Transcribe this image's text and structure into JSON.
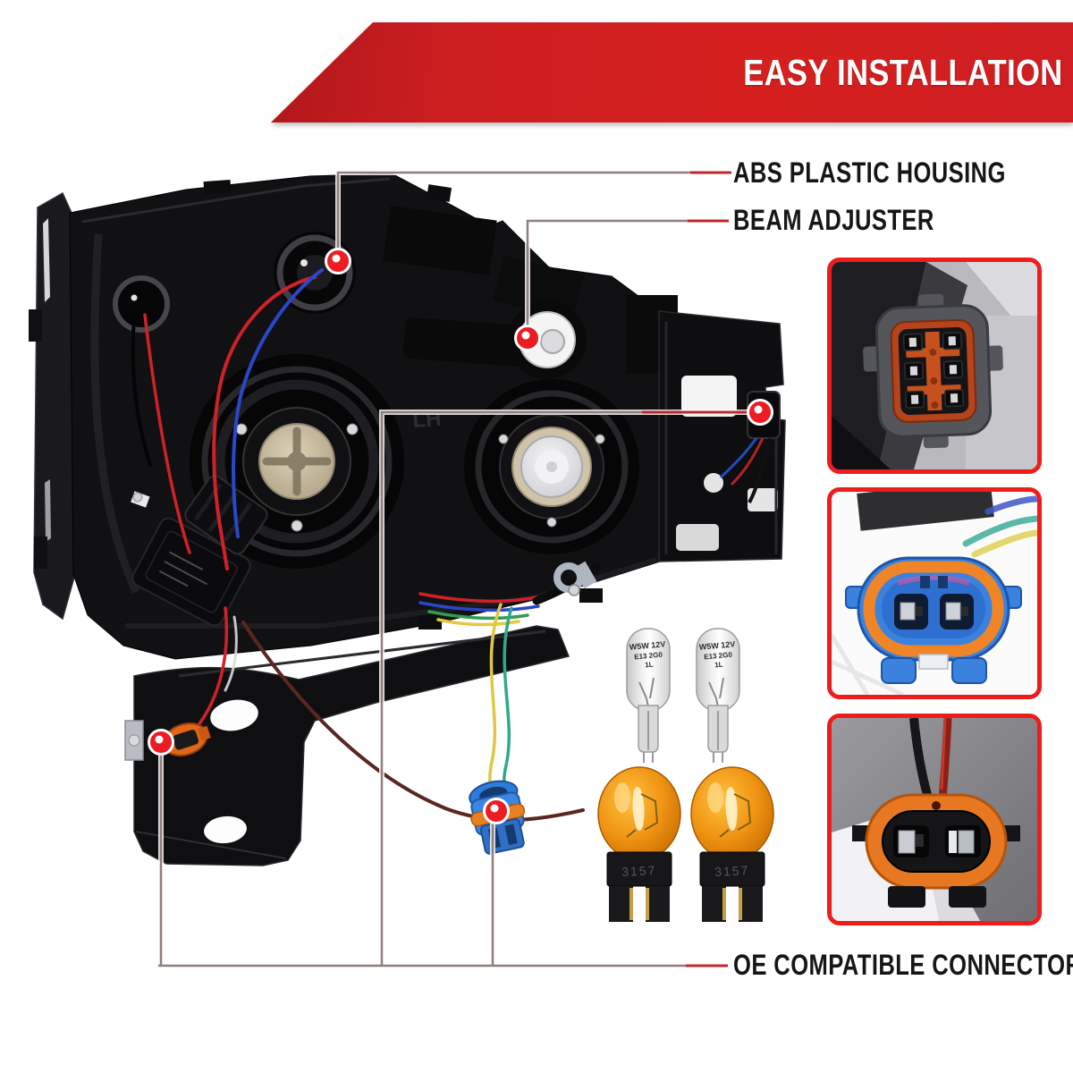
{
  "banner": {
    "title": "EASY INSTALLATION"
  },
  "callouts": {
    "abs_housing": "ABS PLASTIC HOUSING",
    "beam_adjuster": "BEAM ADJUSTER",
    "oe_connectors": "OE COMPATIBLE CONNECTORS"
  },
  "headlight": {
    "emboss": "LH"
  },
  "bulbs": {
    "parking_marking_l1": "W5W 12V",
    "parking_marking_l2": "E13 2G0",
    "parking_marking_l3": "1L",
    "signal_marking": "3157"
  },
  "colors": {
    "banner_red": "#d2201f",
    "inset_border_red": "#ee1c1c",
    "marker_red": "#ed1b24",
    "leader_gray": "#8f7f7d"
  }
}
